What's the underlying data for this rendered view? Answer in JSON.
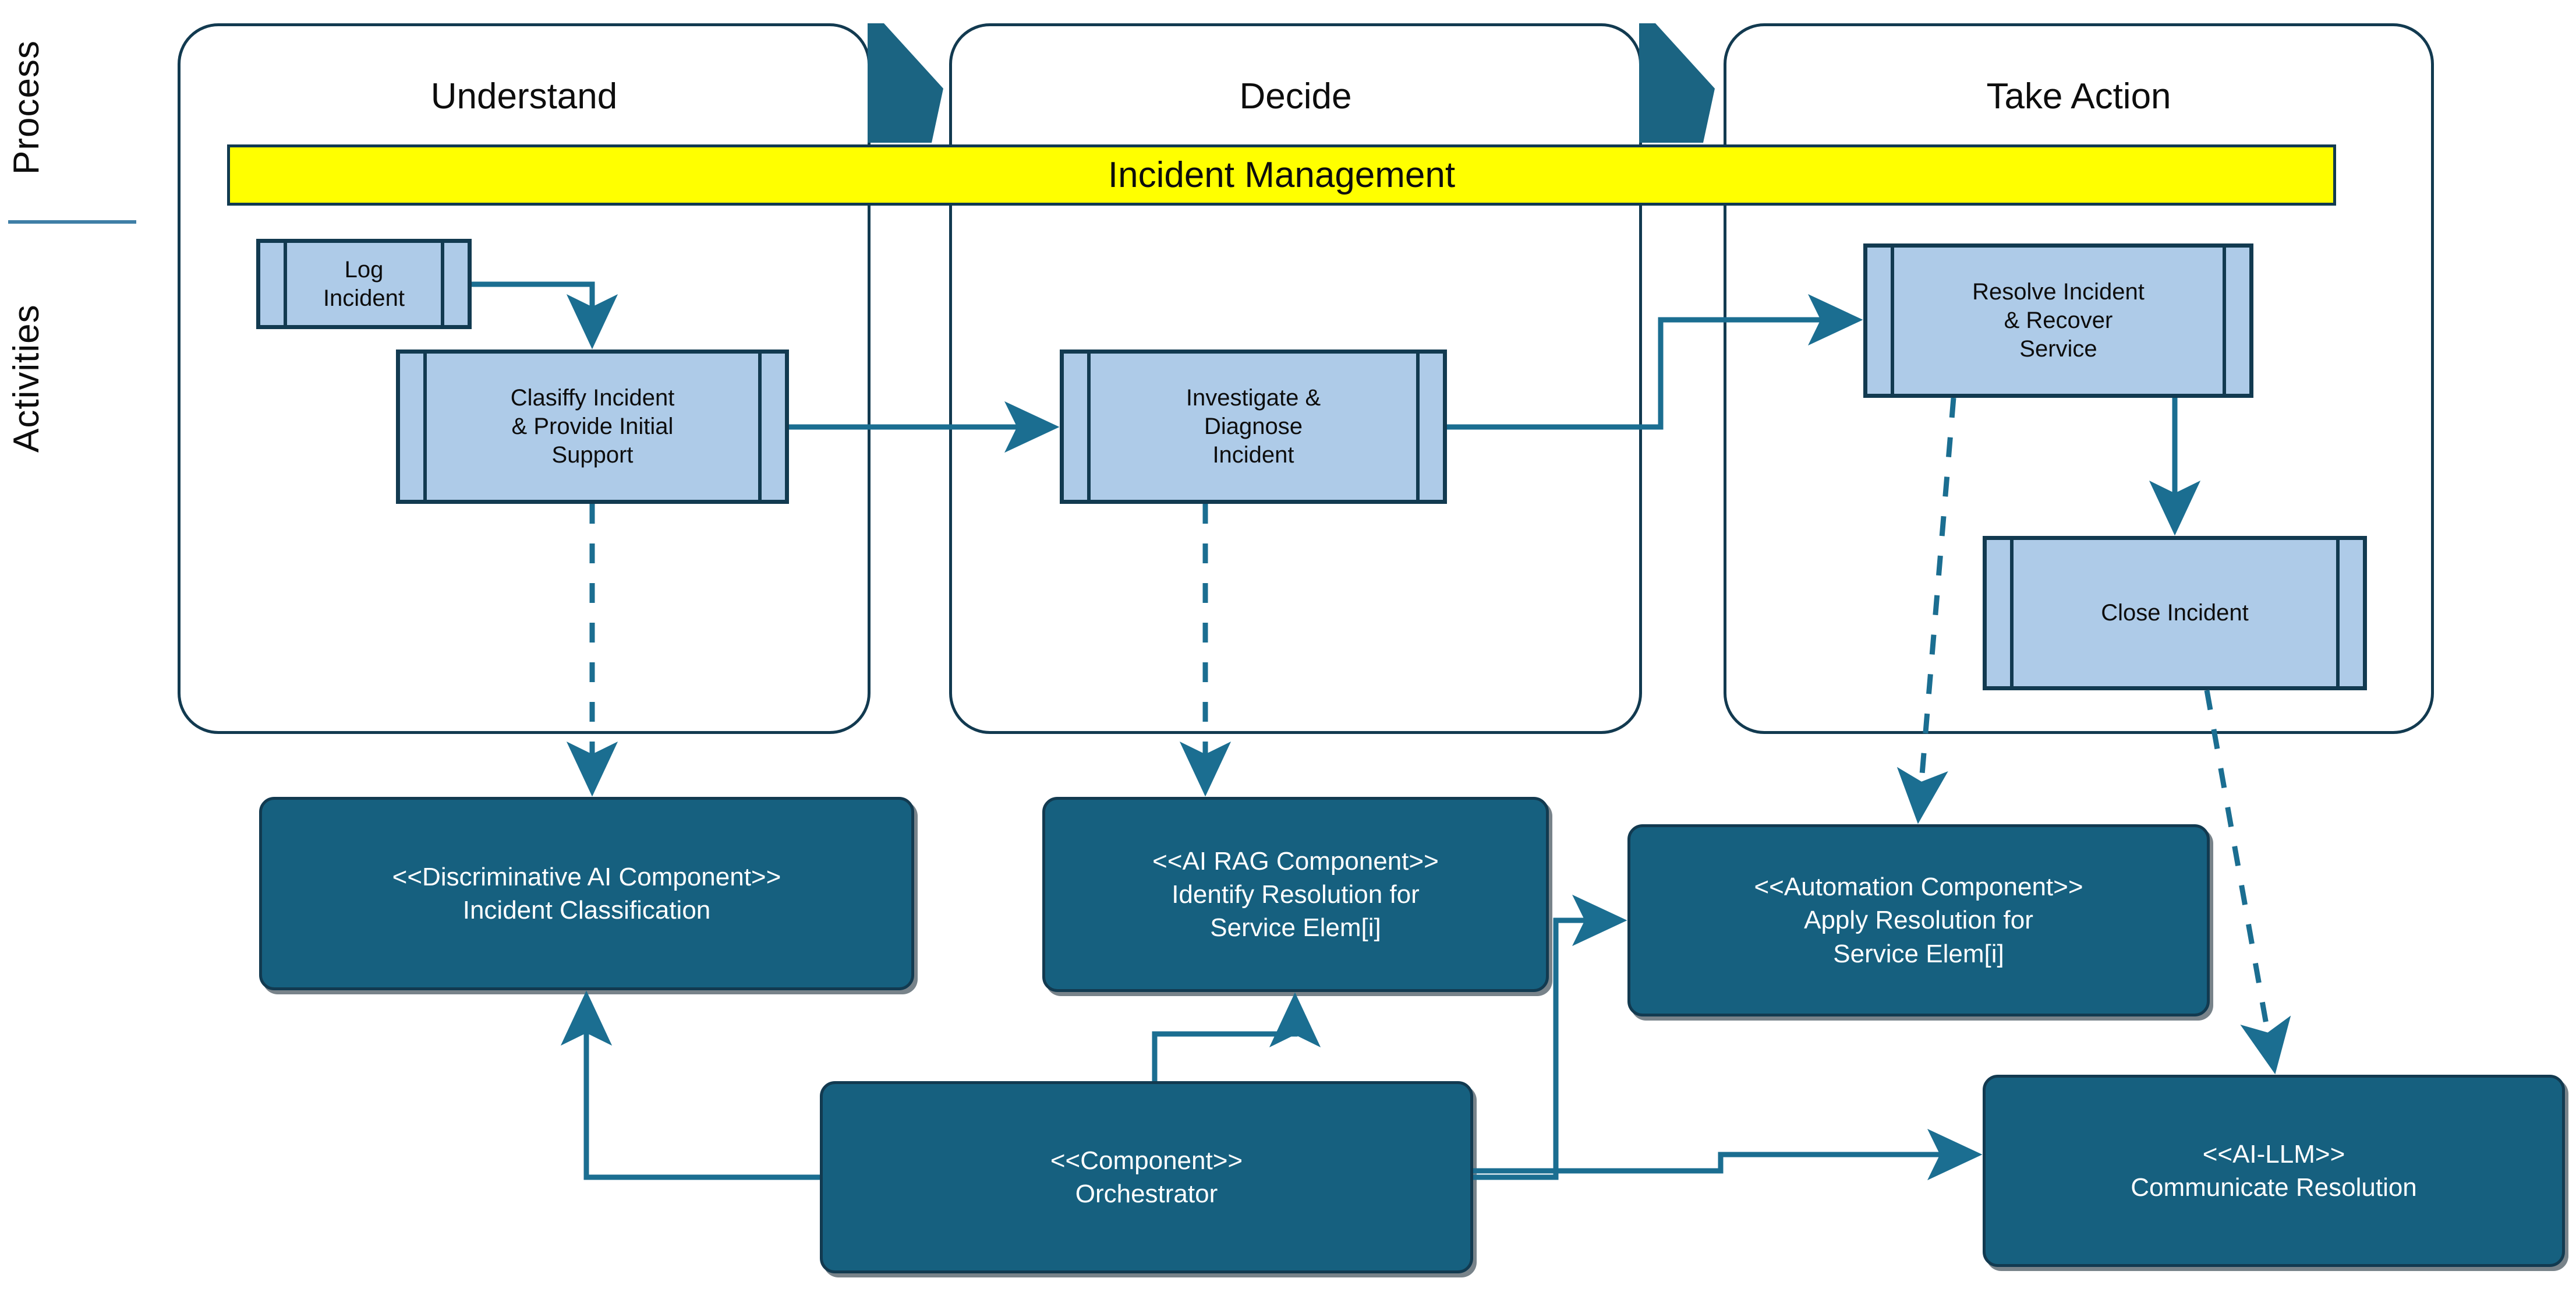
{
  "rail": {
    "process_label": "Process",
    "activities_label": "Activities",
    "divider_color": "#3f7fa6"
  },
  "lanes": [
    {
      "id": "understand",
      "title": "Understand"
    },
    {
      "id": "decide",
      "title": "Decide"
    },
    {
      "id": "take-action",
      "title": "Take Action"
    }
  ],
  "process_band": {
    "label": "Incident Management",
    "fill": "#ffff00",
    "border": "#123a50"
  },
  "activities": [
    {
      "id": "log-incident",
      "label": "Log\nIncident"
    },
    {
      "id": "classify-incident",
      "label": "Clasiffy Incident\n& Provide Initial\nSupport"
    },
    {
      "id": "investigate",
      "label": "Investigate &\nDiagnose\nIncident"
    },
    {
      "id": "resolve-incident",
      "label": "Resolve Incident\n& Recover\nService"
    },
    {
      "id": "close-incident",
      "label": "Close Incident"
    }
  ],
  "components": [
    {
      "id": "discriminative-ai",
      "stereotype": "<<Discriminative AI Component>>",
      "name": "Incident Classification",
      "label": "<<Discriminative AI Component>>\nIncident Classification"
    },
    {
      "id": "ai-rag",
      "stereotype": "<<AI RAG Component>>",
      "name": "Identify Resolution for Service Elem[i]",
      "label": "<<AI RAG Component>>\nIdentify Resolution for\nService Elem[i]"
    },
    {
      "id": "automation",
      "stereotype": "<<Automation Component>>",
      "name": "Apply Resolution for Service Elem[i]",
      "label": "<<Automation Component>>\nApply Resolution for\nService Elem[i]"
    },
    {
      "id": "orchestrator",
      "stereotype": "<<Component>>",
      "name": "Orchestrator",
      "label": "<<Component>>\nOrchestrator"
    },
    {
      "id": "ai-llm",
      "stereotype": "<<AI-LLM>>",
      "name": "Communicate Resolution",
      "label": "<<AI-LLM>>\nCommunicate Resolution"
    }
  ],
  "colors": {
    "lane_stroke": "#123a50",
    "activity_fill": "#aecbe8",
    "component_fill": "#16607f",
    "connector": "#1b6e91",
    "chevron": "#1b6482",
    "band_fill": "#ffff00"
  },
  "connectors": [
    {
      "id": "log-to-classify",
      "from": "log-incident",
      "to": "classify-incident",
      "style": "solid"
    },
    {
      "id": "classify-to-investigate",
      "from": "classify-incident",
      "to": "investigate",
      "style": "solid"
    },
    {
      "id": "investigate-to-resolve",
      "from": "investigate",
      "to": "resolve-incident",
      "style": "solid"
    },
    {
      "id": "resolve-to-close",
      "from": "resolve-incident",
      "to": "close-incident",
      "style": "solid"
    },
    {
      "id": "classify-to-discriminative",
      "from": "classify-incident",
      "to": "discriminative-ai",
      "style": "dashed"
    },
    {
      "id": "investigate-to-rag",
      "from": "investigate",
      "to": "ai-rag",
      "style": "dashed"
    },
    {
      "id": "resolve-to-automation",
      "from": "resolve-incident",
      "to": "automation",
      "style": "dashed"
    },
    {
      "id": "close-to-llm",
      "from": "close-incident",
      "to": "ai-llm",
      "style": "dashed"
    },
    {
      "id": "orchestrator-to-discriminative",
      "from": "orchestrator",
      "to": "discriminative-ai",
      "style": "solid"
    },
    {
      "id": "orchestrator-to-rag",
      "from": "orchestrator",
      "to": "ai-rag",
      "style": "solid"
    },
    {
      "id": "orchestrator-to-automation",
      "from": "orchestrator",
      "to": "automation",
      "style": "solid"
    },
    {
      "id": "orchestrator-to-llm",
      "from": "orchestrator",
      "to": "ai-llm",
      "style": "solid"
    }
  ]
}
